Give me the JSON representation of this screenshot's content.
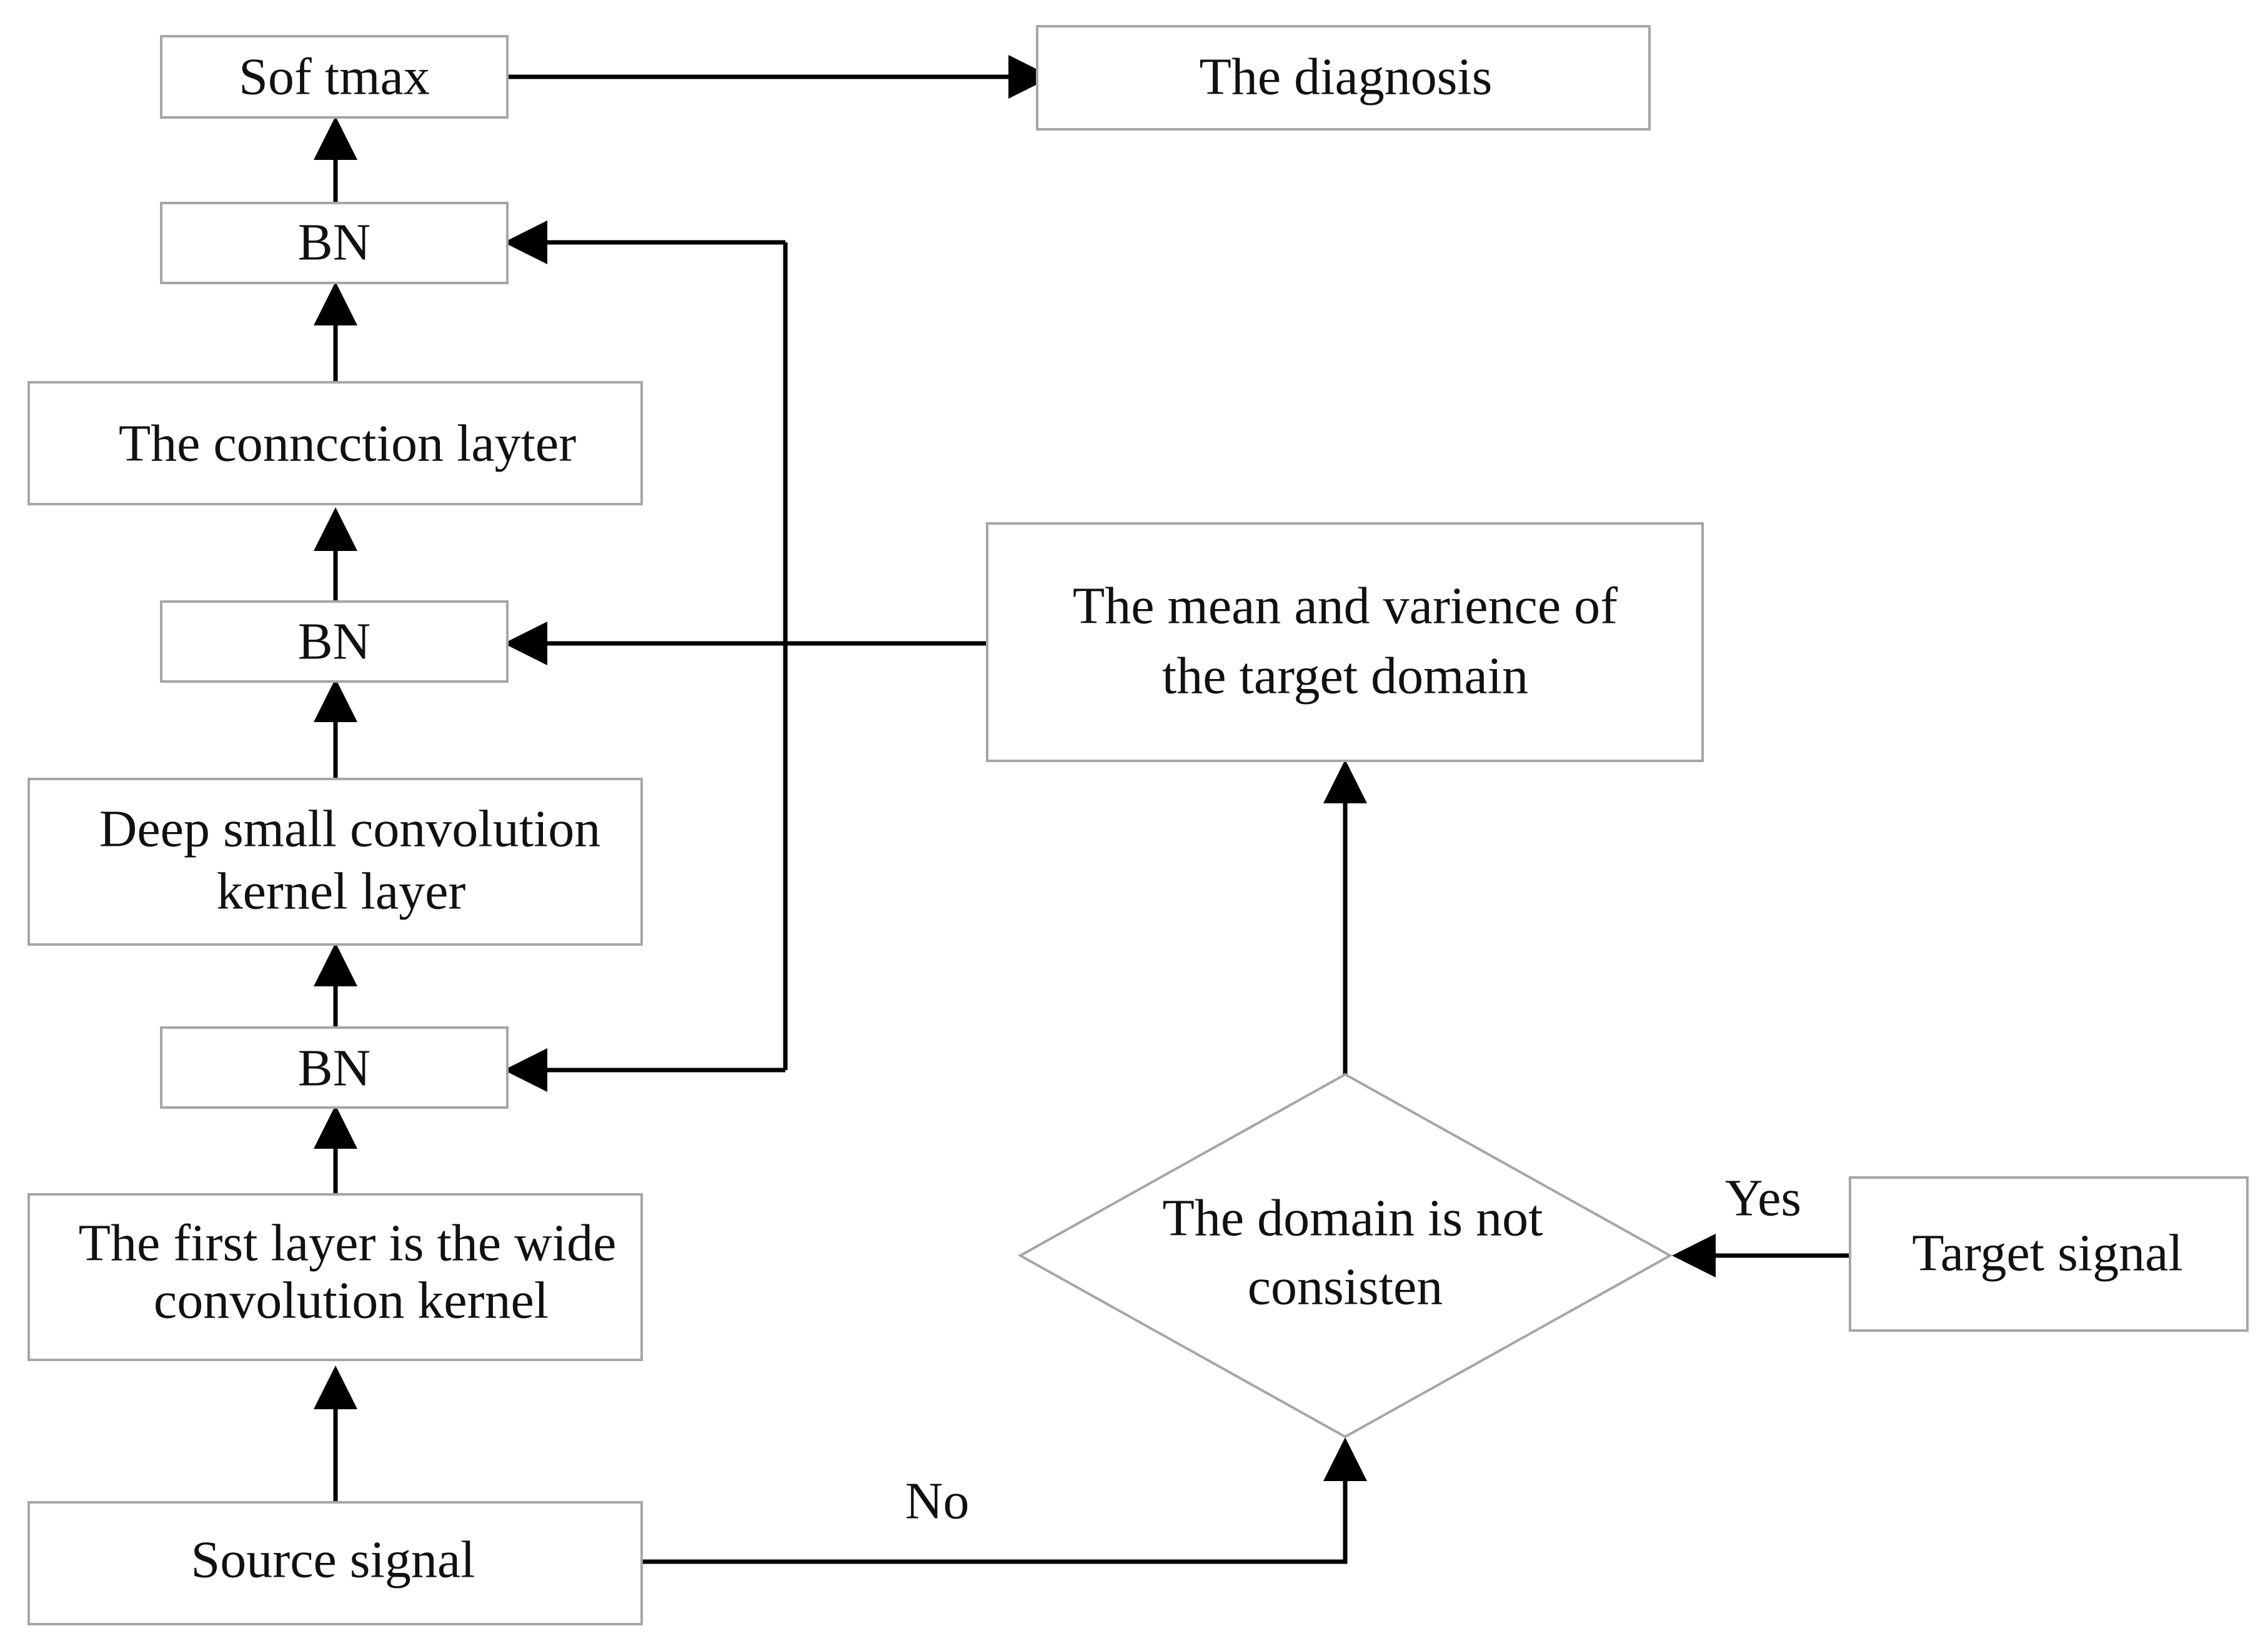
{
  "diagram": {
    "nodes": {
      "softmax": "Sof tmax",
      "diagnosis": "The diagnosis",
      "bn_top": "BN",
      "connection_layer": "The conncction layter",
      "bn_middle": "BN",
      "deep_small_conv_line1": "Deep small convolution",
      "deep_small_conv_line2": "kernel layer",
      "bn_bottom": "BN",
      "first_layer_line1": "The first layer is the wide",
      "first_layer_line2": "convolution kernel",
      "source_signal": "Source signal",
      "mean_variance_line1": "The mean and varience of",
      "mean_variance_line2": "the target domain",
      "decision_line1": "The domain is not",
      "decision_line2": "consisten",
      "target_signal": "Target signal"
    },
    "edge_labels": {
      "no": "No",
      "yes": "Yes"
    }
  }
}
